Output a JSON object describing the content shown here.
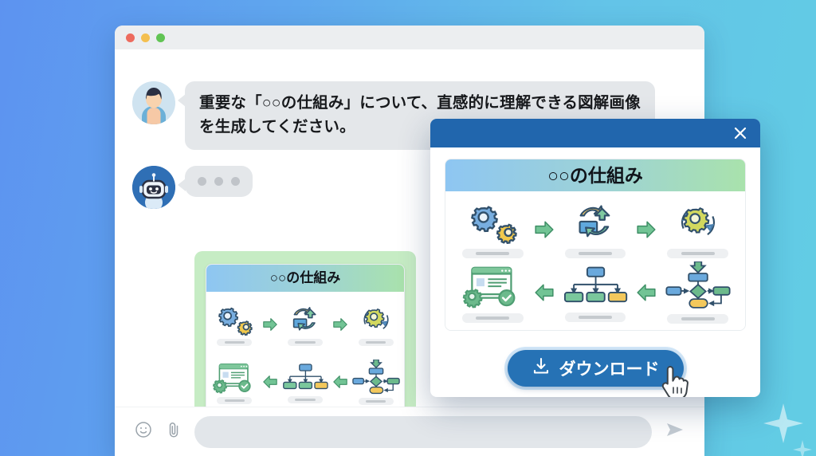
{
  "window": {
    "traffic_lights": [
      "close",
      "minimize",
      "maximize"
    ],
    "colors": {
      "red": "#ed6b5e",
      "yellow": "#f4bf4f",
      "green": "#61c454"
    }
  },
  "chat": {
    "user_message": "重要な「○○の仕組み」について、直感的に理解できる図解画像\nを生成してください。",
    "bot_typing_dots": 3,
    "user_avatar_name": "user-avatar",
    "bot_avatar_name": "bot-avatar"
  },
  "composer": {
    "emoji_icon": "smiley-icon",
    "attach_icon": "paperclip-icon",
    "input_value": "",
    "input_placeholder": "",
    "send_icon": "send-icon"
  },
  "preview_card": {
    "diagram_title": "○○の仕組み",
    "background": "#c6ecc4"
  },
  "modal": {
    "close_label": "✕",
    "header_color": "#2166ad",
    "diagram_title": "○○の仕組み",
    "download_label": "ダウンロード",
    "download_icon": "download-icon",
    "cursor_icon": "hand-cursor-icon"
  },
  "diagram": {
    "title": "○○の仕組み",
    "title_gradient": [
      "#8ec6f2",
      "#a9e2ac"
    ],
    "steps": [
      {
        "id": "gears",
        "label": "",
        "icon": "two-gears-icon"
      },
      {
        "id": "cycle",
        "label": "",
        "icon": "cycle-arrows-box-icon"
      },
      {
        "id": "rotating-gear",
        "label": "",
        "icon": "rotating-gear-icon"
      },
      {
        "id": "flowchart",
        "label": "",
        "icon": "flowchart-diamond-icon"
      },
      {
        "id": "tree",
        "label": "",
        "icon": "tree-hierarchy-icon"
      },
      {
        "id": "result",
        "label": "",
        "icon": "browser-check-gear-icon"
      }
    ],
    "arrows": [
      "right",
      "right",
      "left",
      "left"
    ],
    "palette": {
      "blue": "#5b9bd5",
      "green": "#6ec18c",
      "yellow": "#f2c14e",
      "arrow_green": "#7ec89a",
      "outline": "#31506b",
      "placeholder": "#eef0f2"
    }
  },
  "background": {
    "gradient_from": "#5d93f0",
    "gradient_to": "#62cde4",
    "sparkles": 2
  }
}
